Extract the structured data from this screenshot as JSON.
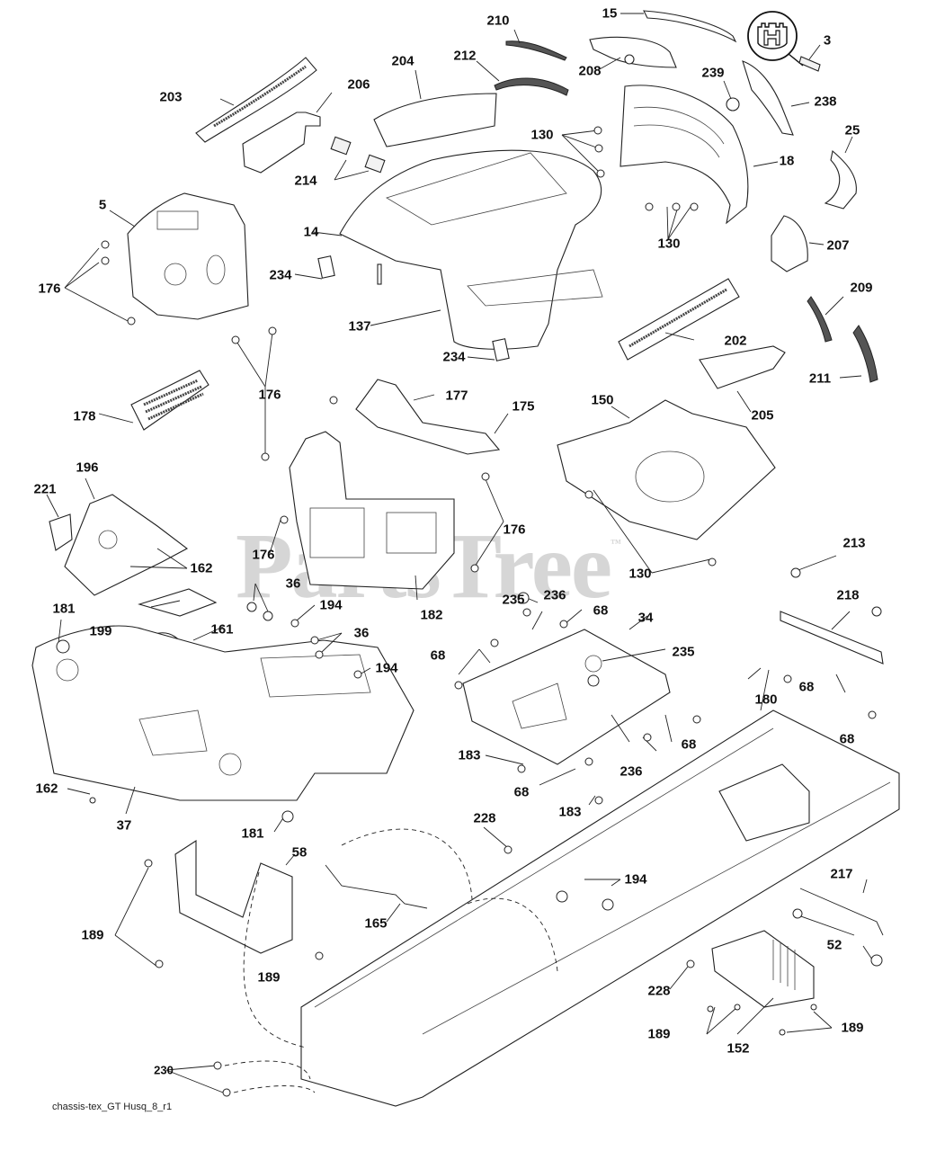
{
  "diagram": {
    "title": "Chassis / Hood / Body parts diagram",
    "brand_logo": "husqvarna-crown-H-icon",
    "watermark": "PartsTree",
    "watermark_tm": "™",
    "footer_ref": "chassis-tex_GT Husq_8_r1",
    "callouts": [
      {
        "id": "c15",
        "label": "15"
      },
      {
        "id": "c210",
        "label": "210"
      },
      {
        "id": "c3",
        "label": "3"
      },
      {
        "id": "c204",
        "label": "204"
      },
      {
        "id": "c212",
        "label": "212"
      },
      {
        "id": "c208",
        "label": "208"
      },
      {
        "id": "c239",
        "label": "239"
      },
      {
        "id": "c203",
        "label": "203"
      },
      {
        "id": "c206",
        "label": "206"
      },
      {
        "id": "c238",
        "label": "238"
      },
      {
        "id": "c130a",
        "label": "130"
      },
      {
        "id": "c25",
        "label": "25"
      },
      {
        "id": "c214",
        "label": "214"
      },
      {
        "id": "c18",
        "label": "18"
      },
      {
        "id": "c5",
        "label": "5"
      },
      {
        "id": "c14",
        "label": "14"
      },
      {
        "id": "c130b",
        "label": "130"
      },
      {
        "id": "c207",
        "label": "207"
      },
      {
        "id": "c176a",
        "label": "176"
      },
      {
        "id": "c234a",
        "label": "234"
      },
      {
        "id": "c209",
        "label": "209"
      },
      {
        "id": "c137",
        "label": "137"
      },
      {
        "id": "c202",
        "label": "202"
      },
      {
        "id": "c234b",
        "label": "234"
      },
      {
        "id": "c211",
        "label": "211"
      },
      {
        "id": "c176b",
        "label": "176"
      },
      {
        "id": "c177",
        "label": "177"
      },
      {
        "id": "c205",
        "label": "205"
      },
      {
        "id": "c178",
        "label": "178"
      },
      {
        "id": "c150",
        "label": "150"
      },
      {
        "id": "c175",
        "label": "175"
      },
      {
        "id": "c196",
        "label": "196"
      },
      {
        "id": "c221",
        "label": "221"
      },
      {
        "id": "c176c",
        "label": "176"
      },
      {
        "id": "c176d",
        "label": "176"
      },
      {
        "id": "c162a",
        "label": "162"
      },
      {
        "id": "c130c",
        "label": "130"
      },
      {
        "id": "c213",
        "label": "213"
      },
      {
        "id": "c36a",
        "label": "36"
      },
      {
        "id": "c235a",
        "label": "235"
      },
      {
        "id": "c236a",
        "label": "236"
      },
      {
        "id": "c218",
        "label": "218"
      },
      {
        "id": "c182",
        "label": "182"
      },
      {
        "id": "c181a",
        "label": "181"
      },
      {
        "id": "c194a",
        "label": "194"
      },
      {
        "id": "c68a",
        "label": "68"
      },
      {
        "id": "c34",
        "label": "34"
      },
      {
        "id": "c199",
        "label": "199"
      },
      {
        "id": "c161",
        "label": "161"
      },
      {
        "id": "c36b",
        "label": "36"
      },
      {
        "id": "c68b",
        "label": "68"
      },
      {
        "id": "c235b",
        "label": "235"
      },
      {
        "id": "c194b",
        "label": "194"
      },
      {
        "id": "c68c",
        "label": "68"
      },
      {
        "id": "c180",
        "label": "180"
      },
      {
        "id": "c68d",
        "label": "68"
      },
      {
        "id": "c68e",
        "label": "68"
      },
      {
        "id": "c183a",
        "label": "183"
      },
      {
        "id": "c236b",
        "label": "236"
      },
      {
        "id": "c162b",
        "label": "162"
      },
      {
        "id": "c68f",
        "label": "68"
      },
      {
        "id": "c37",
        "label": "37"
      },
      {
        "id": "c183b",
        "label": "183"
      },
      {
        "id": "c181b",
        "label": "181"
      },
      {
        "id": "c228a",
        "label": "228"
      },
      {
        "id": "c58",
        "label": "58"
      },
      {
        "id": "c194c",
        "label": "194"
      },
      {
        "id": "c217",
        "label": "217"
      },
      {
        "id": "c189a",
        "label": "189"
      },
      {
        "id": "c165",
        "label": "165"
      },
      {
        "id": "c52",
        "label": "52"
      },
      {
        "id": "c189b",
        "label": "189"
      },
      {
        "id": "c228b",
        "label": "228"
      },
      {
        "id": "c189c",
        "label": "189"
      },
      {
        "id": "c189d",
        "label": "189"
      },
      {
        "id": "c152",
        "label": "152"
      },
      {
        "id": "c230",
        "label": "230"
      }
    ]
  }
}
